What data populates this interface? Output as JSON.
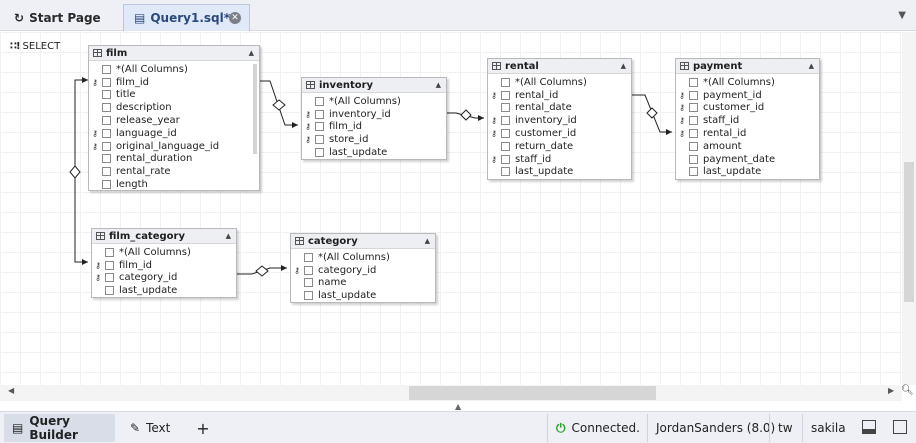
{
  "tabs": [
    {
      "label": "Start Page",
      "icon": "start-page-icon"
    },
    {
      "label": "Query1.sql*",
      "icon": "sql-file-icon",
      "active": true
    }
  ],
  "canvas": {
    "mode_label": "SELECT"
  },
  "tables": {
    "film": {
      "name": "film",
      "columns": [
        "*(All Columns)",
        "film_id",
        "title",
        "description",
        "release_year",
        "language_id",
        "original_language_id",
        "rental_duration",
        "rental_rate",
        "length"
      ]
    },
    "inventory": {
      "name": "inventory",
      "columns": [
        "*(All Columns)",
        "inventory_id",
        "film_id",
        "store_id",
        "last_update"
      ]
    },
    "rental": {
      "name": "rental",
      "columns": [
        "*(All Columns)",
        "rental_id",
        "rental_date",
        "inventory_id",
        "customer_id",
        "return_date",
        "staff_id",
        "last_update"
      ]
    },
    "payment": {
      "name": "payment",
      "columns": [
        "*(All Columns)",
        "payment_id",
        "customer_id",
        "staff_id",
        "rental_id",
        "amount",
        "payment_date",
        "last_update"
      ]
    },
    "film_category": {
      "name": "film_category",
      "columns": [
        "*(All Columns)",
        "film_id",
        "category_id",
        "last_update"
      ]
    },
    "category": {
      "name": "category",
      "columns": [
        "*(All Columns)",
        "category_id",
        "name",
        "last_update"
      ]
    }
  },
  "bottom": {
    "tabs": [
      {
        "label": "Query Builder",
        "active": true
      },
      {
        "label": "Text"
      }
    ],
    "add_label": "+",
    "status": {
      "connection": "Connected.",
      "server": "JordanSanders (8.0)",
      "user": "tw",
      "database": "sakila"
    }
  },
  "colors": {
    "connected": "#2aa02a",
    "tab_active": "#dfe9f8"
  }
}
